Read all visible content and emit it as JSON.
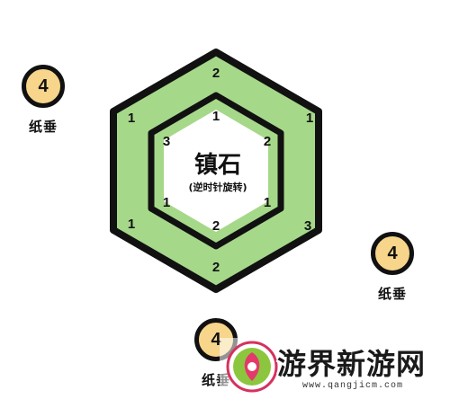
{
  "board": {
    "title": "镇石",
    "subtitle": "(逆时针旋转)",
    "outer_ring": [
      "2",
      "1",
      "3",
      "2",
      "1",
      "1"
    ],
    "inner_ring": [
      "1",
      "2",
      "1",
      "2",
      "1",
      "3"
    ],
    "colors": {
      "ring_fill": "#a6d88a",
      "center_fill": "#ffffff",
      "outline": "#111111"
    }
  },
  "paperweights": [
    {
      "value": "4",
      "label": "纸垂"
    },
    {
      "value": "4",
      "label": "纸垂"
    },
    {
      "value": "4",
      "label": "纸垂"
    }
  ],
  "paperweight_color": "#f7d58a",
  "watermark": {
    "brand": "游界新游网",
    "url": "www.qangjicm.com"
  }
}
